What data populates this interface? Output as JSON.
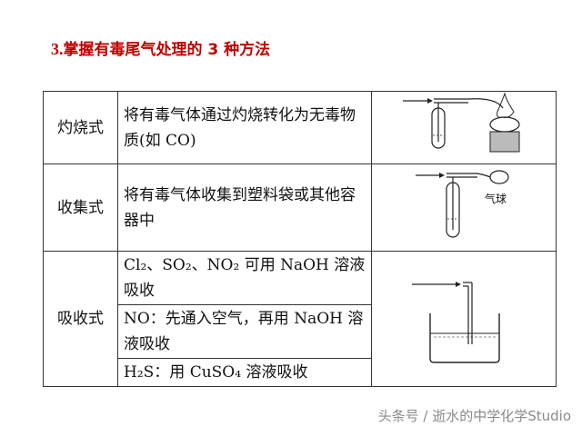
{
  "heading": {
    "number": "3.",
    "text": "掌握有毒尾气处理的 3 种方法"
  },
  "rows": [
    {
      "name": "灼烧式",
      "desc": "将有毒气体通过灼烧转化为无毒物质(如 CO)"
    },
    {
      "name": "收集式",
      "desc": "将有毒气体收集到塑料袋或其他容器中",
      "balloon_label": "气球"
    },
    {
      "name": "吸收式",
      "subs": [
        "Cl₂、SO₂、NO₂ 可用 NaOH 溶液吸收",
        "NO：先通入空气，再用 NaOH 溶液吸收",
        "H₂S：用 CuSO₄ 溶液吸收"
      ]
    }
  ],
  "watermark": "头条号 / 逝水的中学化学Studio",
  "colors": {
    "heading": "#c00000",
    "border": "#333333",
    "watermark": "#8a8a8a"
  }
}
